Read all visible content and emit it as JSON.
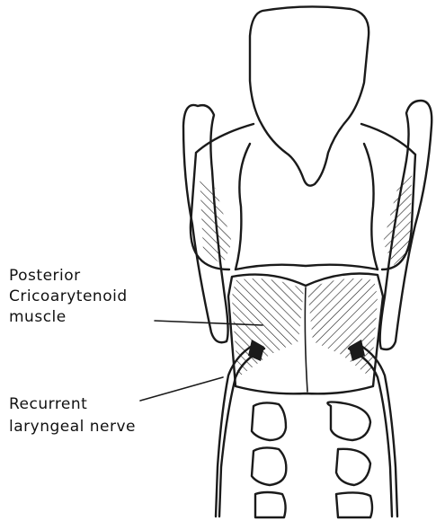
{
  "labels": {
    "muscle_line1": "Posterior",
    "muscle_line2": "Cricoarytenoid",
    "muscle_line3": "muscle",
    "nerve_line1": "Recurrent",
    "nerve_line2": "laryngeal nerve"
  },
  "colors": {
    "ink": "#1a1a1a",
    "background": "#ffffff"
  }
}
